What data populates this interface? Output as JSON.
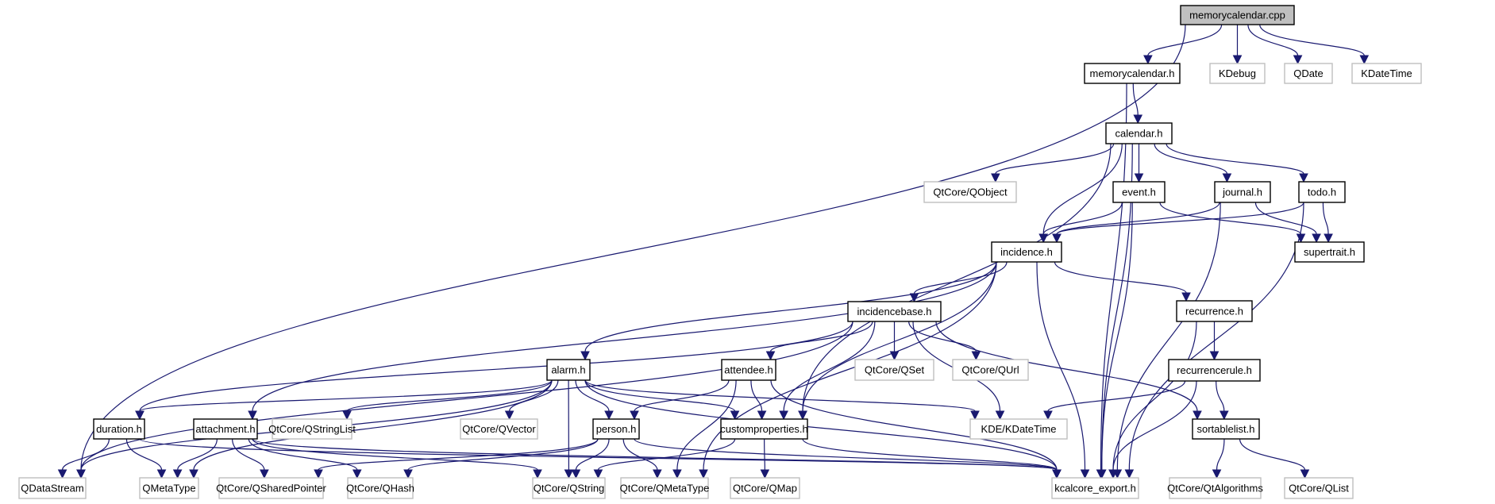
{
  "title": "Include dependency graph for memorycalendar.cpp",
  "colors": {
    "edge": "#191970",
    "root_fill": "#bfbfbf",
    "internal_border": "#000000",
    "external_border": "#bfbfbf"
  },
  "nodes": [
    {
      "id": "memorycalendar_cpp",
      "label": "memorycalendar.cpp",
      "kind": "root"
    },
    {
      "id": "memorycalendar_h",
      "label": "memorycalendar.h",
      "kind": "internal"
    },
    {
      "id": "KDebug",
      "label": "KDebug",
      "kind": "external"
    },
    {
      "id": "QDate",
      "label": "QDate",
      "kind": "external"
    },
    {
      "id": "KDateTime",
      "label": "KDateTime",
      "kind": "external"
    },
    {
      "id": "calendar_h",
      "label": "calendar.h",
      "kind": "internal"
    },
    {
      "id": "QObject",
      "label": "QtCore/QObject",
      "kind": "external"
    },
    {
      "id": "event_h",
      "label": "event.h",
      "kind": "internal"
    },
    {
      "id": "journal_h",
      "label": "journal.h",
      "kind": "internal"
    },
    {
      "id": "todo_h",
      "label": "todo.h",
      "kind": "internal"
    },
    {
      "id": "incidence_h",
      "label": "incidence.h",
      "kind": "internal"
    },
    {
      "id": "supertrait_h",
      "label": "supertrait.h",
      "kind": "internal"
    },
    {
      "id": "incidencebase_h",
      "label": "incidencebase.h",
      "kind": "internal"
    },
    {
      "id": "recurrence_h",
      "label": "recurrence.h",
      "kind": "internal"
    },
    {
      "id": "QSet",
      "label": "QtCore/QSet",
      "kind": "external"
    },
    {
      "id": "QUrl",
      "label": "QtCore/QUrl",
      "kind": "external"
    },
    {
      "id": "recurrencerule_h",
      "label": "recurrencerule.h",
      "kind": "internal"
    },
    {
      "id": "alarm_h",
      "label": "alarm.h",
      "kind": "internal"
    },
    {
      "id": "attendee_h",
      "label": "attendee.h",
      "kind": "internal"
    },
    {
      "id": "duration_h",
      "label": "duration.h",
      "kind": "internal"
    },
    {
      "id": "attachment_h",
      "label": "attachment.h",
      "kind": "internal"
    },
    {
      "id": "QStringList",
      "label": "QtCore/QStringList",
      "kind": "external"
    },
    {
      "id": "QVector",
      "label": "QtCore/QVector",
      "kind": "external"
    },
    {
      "id": "person_h",
      "label": "person.h",
      "kind": "internal"
    },
    {
      "id": "customproperties_h",
      "label": "customproperties.h",
      "kind": "internal"
    },
    {
      "id": "KDE_KDateTime",
      "label": "KDE/KDateTime",
      "kind": "external"
    },
    {
      "id": "sortablelist_h",
      "label": "sortablelist.h",
      "kind": "internal"
    },
    {
      "id": "QDataStream",
      "label": "QDataStream",
      "kind": "external"
    },
    {
      "id": "QMetaType",
      "label": "QMetaType",
      "kind": "external"
    },
    {
      "id": "QSharedPointer",
      "label": "QtCore/QSharedPointer",
      "kind": "external"
    },
    {
      "id": "QHash",
      "label": "QtCore/QHash",
      "kind": "external"
    },
    {
      "id": "QString",
      "label": "QtCore/QString",
      "kind": "external"
    },
    {
      "id": "QtMetaType",
      "label": "QtCore/QMetaType",
      "kind": "external"
    },
    {
      "id": "QMap",
      "label": "QtCore/QMap",
      "kind": "external"
    },
    {
      "id": "kcalcore_export_h",
      "label": "kcalcore_export.h",
      "kind": "external"
    },
    {
      "id": "QtAlgorithms",
      "label": "QtCore/QtAlgorithms",
      "kind": "external"
    },
    {
      "id": "QList",
      "label": "QtCore/QList",
      "kind": "external"
    }
  ],
  "edges": [
    [
      "memorycalendar_cpp",
      "QDataStream"
    ],
    [
      "memorycalendar_cpp",
      "memorycalendar_h"
    ],
    [
      "memorycalendar_cpp",
      "KDebug"
    ],
    [
      "memorycalendar_cpp",
      "QDate"
    ],
    [
      "memorycalendar_cpp",
      "KDateTime"
    ],
    [
      "memorycalendar_h",
      "calendar_h"
    ],
    [
      "memorycalendar_h",
      "kcalcore_export_h"
    ],
    [
      "calendar_h",
      "incidence_h"
    ],
    [
      "calendar_h",
      "QObject"
    ],
    [
      "calendar_h",
      "customproperties_h"
    ],
    [
      "calendar_h",
      "event_h"
    ],
    [
      "calendar_h",
      "journal_h"
    ],
    [
      "calendar_h",
      "todo_h"
    ],
    [
      "calendar_h",
      "kcalcore_export_h"
    ],
    [
      "event_h",
      "incidence_h"
    ],
    [
      "event_h",
      "supertrait_h"
    ],
    [
      "event_h",
      "kcalcore_export_h"
    ],
    [
      "journal_h",
      "incidence_h"
    ],
    [
      "journal_h",
      "supertrait_h"
    ],
    [
      "journal_h",
      "kcalcore_export_h"
    ],
    [
      "todo_h",
      "incidence_h"
    ],
    [
      "todo_h",
      "supertrait_h"
    ],
    [
      "todo_h",
      "kcalcore_export_h"
    ],
    [
      "incidence_h",
      "alarm_h"
    ],
    [
      "incidence_h",
      "attachment_h"
    ],
    [
      "incidence_h",
      "customproperties_h"
    ],
    [
      "incidence_h",
      "incidencebase_h"
    ],
    [
      "incidence_h",
      "recurrence_h"
    ],
    [
      "incidence_h",
      "kcalcore_export_h"
    ],
    [
      "incidence_h",
      "QtMetaType"
    ],
    [
      "incidencebase_h",
      "QDataStream"
    ],
    [
      "incidencebase_h",
      "duration_h"
    ],
    [
      "incidencebase_h",
      "attendee_h"
    ],
    [
      "incidencebase_h",
      "customproperties_h"
    ],
    [
      "incidencebase_h",
      "QSet"
    ],
    [
      "incidencebase_h",
      "QUrl"
    ],
    [
      "incidencebase_h",
      "KDE_KDateTime"
    ],
    [
      "incidencebase_h",
      "sortablelist_h"
    ],
    [
      "recurrence_h",
      "recurrencerule_h"
    ],
    [
      "recurrence_h",
      "kcalcore_export_h"
    ],
    [
      "recurrencerule_h",
      "KDE_KDateTime"
    ],
    [
      "recurrencerule_h",
      "sortablelist_h"
    ],
    [
      "recurrencerule_h",
      "kcalcore_export_h"
    ],
    [
      "alarm_h",
      "duration_h"
    ],
    [
      "alarm_h",
      "QDataStream"
    ],
    [
      "alarm_h",
      "QMetaType"
    ],
    [
      "alarm_h",
      "QStringList"
    ],
    [
      "alarm_h",
      "QVector"
    ],
    [
      "alarm_h",
      "person_h"
    ],
    [
      "alarm_h",
      "QString"
    ],
    [
      "alarm_h",
      "customproperties_h"
    ],
    [
      "alarm_h",
      "KDE_KDateTime"
    ],
    [
      "alarm_h",
      "kcalcore_export_h"
    ],
    [
      "attendee_h",
      "person_h"
    ],
    [
      "attendee_h",
      "customproperties_h"
    ],
    [
      "attendee_h",
      "QtMetaType"
    ],
    [
      "attendee_h",
      "kcalcore_export_h"
    ],
    [
      "duration_h",
      "QDataStream"
    ],
    [
      "duration_h",
      "QMetaType"
    ],
    [
      "duration_h",
      "kcalcore_export_h"
    ],
    [
      "attachment_h",
      "QMetaType"
    ],
    [
      "attachment_h",
      "QSharedPointer"
    ],
    [
      "attachment_h",
      "QHash"
    ],
    [
      "attachment_h",
      "QString"
    ],
    [
      "attachment_h",
      "kcalcore_export_h"
    ],
    [
      "person_h",
      "QSharedPointer"
    ],
    [
      "person_h",
      "QHash"
    ],
    [
      "person_h",
      "QString"
    ],
    [
      "person_h",
      "QtMetaType"
    ],
    [
      "person_h",
      "kcalcore_export_h"
    ],
    [
      "customproperties_h",
      "QString"
    ],
    [
      "customproperties_h",
      "QMap"
    ],
    [
      "customproperties_h",
      "kcalcore_export_h"
    ],
    [
      "sortablelist_h",
      "QtAlgorithms"
    ],
    [
      "sortablelist_h",
      "QList"
    ]
  ]
}
